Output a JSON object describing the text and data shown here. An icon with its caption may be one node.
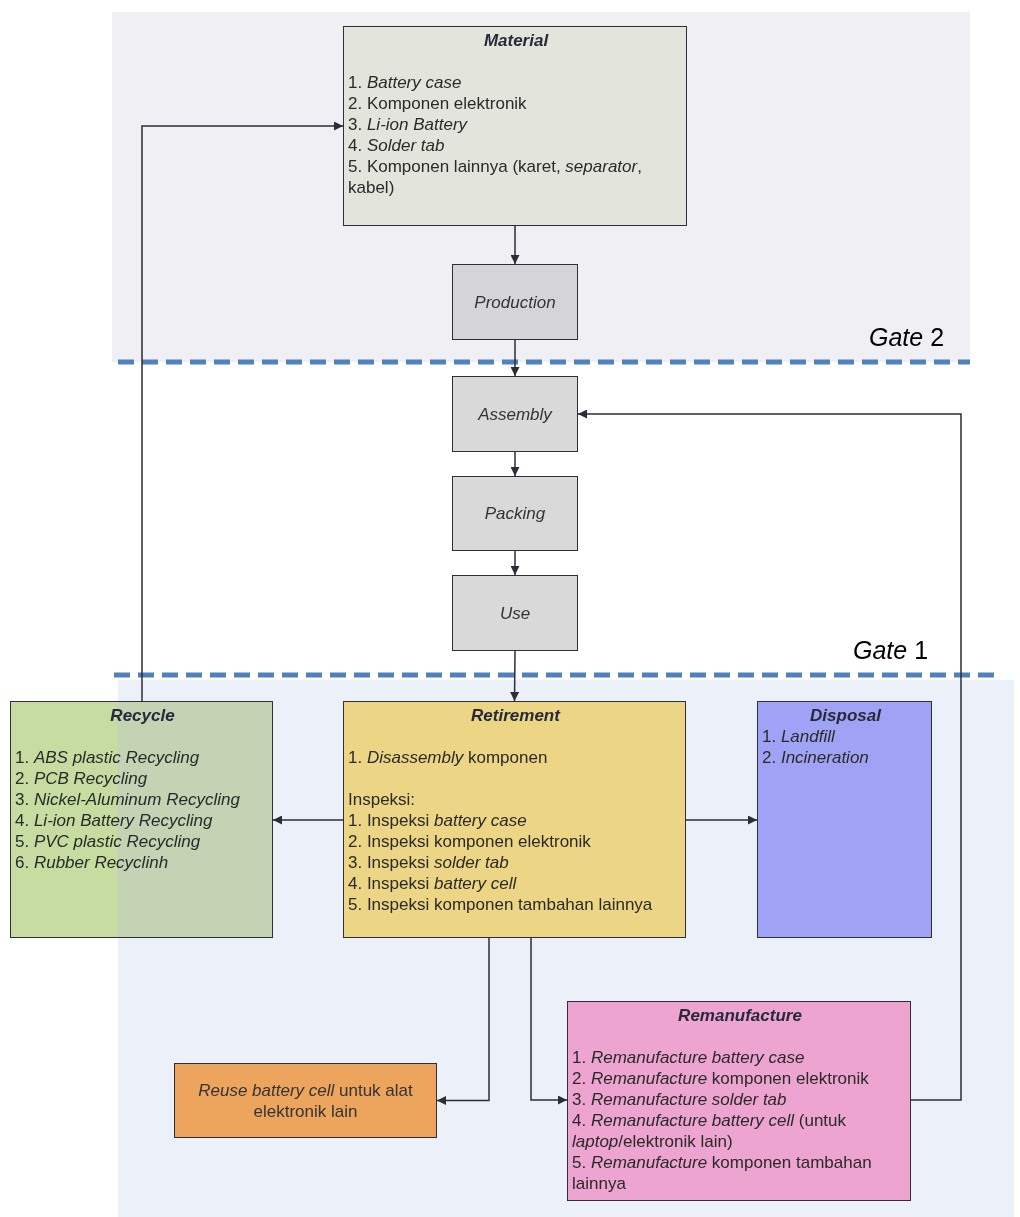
{
  "diagram": {
    "nodes": [
      {
        "text": [],
        "shape": "band"
      },
      {
        "text": [
          "Material",
          "1. *Battery case*",
          "2. Komponen elektronik",
          "3. *Li-ion Battery*",
          "4. *Solder tab*",
          "5. Komponen lainnya (karet, *separator*, kabel)"
        ],
        "in": 0
      },
      {
        "text": [
          "Production"
        ],
        "in": 0
      },
      {
        "text": [
          "Assembly"
        ]
      },
      {
        "text": [
          "Packing"
        ]
      },
      {
        "text": [
          "Use"
        ]
      },
      {
        "text": [],
        "shape": "band"
      },
      {
        "text": [
          "Recycle",
          "1. *ABS plastic Recycling*",
          "2. *PCB Recycling*",
          "3. *Nickel-Aluminum Recycling*",
          "4. *Li-ion Battery Recycling*",
          "5. *PVC plastic Recycling*",
          "6. *Rubber Recyclinh*"
        ]
      },
      {
        "text": [
          "Retirement",
          "1. *Disassembly* komponen",
          "Inspeksi:",
          "1. Inspeksi *battery case*",
          "2. Inspeksi komponen elektronik",
          "3. Inspeksi *solder tab*",
          "4. Inspeksi *battery cell*",
          "5. Inspeksi komponen tambahan lainnya"
        ],
        "in": 6
      },
      {
        "text": [
          "Disposal",
          "1. *Landfill*",
          "2. *Incineration*"
        ],
        "in": 6
      },
      {
        "text": [
          "*Reuse battery cell* untuk alat elektronik lain"
        ],
        "in": 6
      },
      {
        "text": [
          "Remanufacture",
          "1. *Remanufacture battery case*",
          "2. *Remanufacture* komponen elektronik",
          "3. *Remanufacture solder tab*",
          "4. *Remanufacture battery cell* (untuk *laptop*/elektronik lain)",
          "5. *Remanufacture* komponen tambahan lainnya"
        ],
        "in": 6
      }
    ],
    "edges": [
      {
        "from": 1,
        "to": 2,
        "arrow": "to"
      },
      {
        "from": 2,
        "to": 3,
        "arrow": "to"
      },
      {
        "from": 3,
        "to": 4,
        "arrow": "to"
      },
      {
        "from": 4,
        "to": 5,
        "arrow": "to"
      },
      {
        "from": 5,
        "to": 8,
        "arrow": "to"
      },
      {
        "from": 8,
        "to": 7,
        "arrow": "to"
      },
      {
        "from": 8,
        "to": 9,
        "arrow": "to"
      },
      {
        "from": 8,
        "to": 10,
        "arrow": "to"
      },
      {
        "from": 8,
        "to": 11,
        "arrow": "to"
      },
      {
        "from": 7,
        "to": 1,
        "arrow": "to"
      },
      {
        "from": 11,
        "to": 3,
        "arrow": "to"
      }
    ],
    "labels": [
      "*Gate* 2",
      "*Gate* 1"
    ]
  }
}
